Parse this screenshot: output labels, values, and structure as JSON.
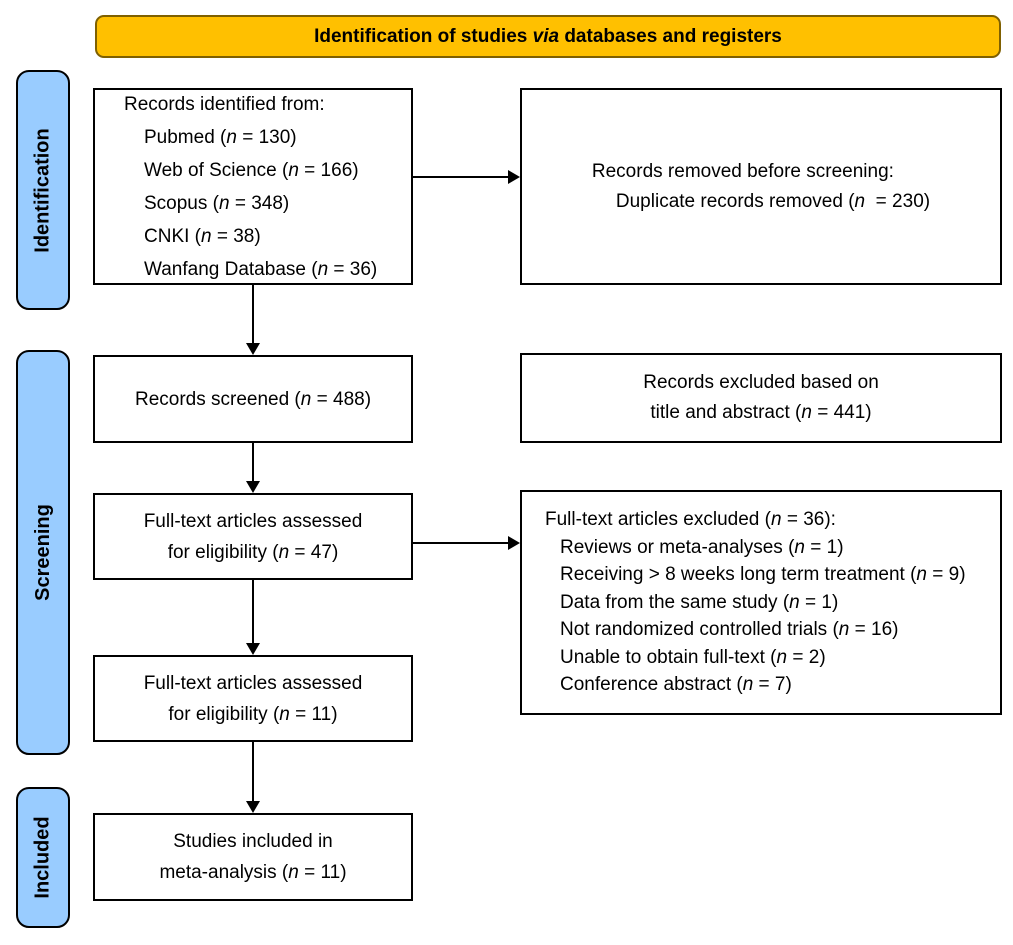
{
  "banner": {
    "title": "Identification of studies *via* databases and registers"
  },
  "sidebar": {
    "identification_label": "Identification",
    "screening_label": "Screening",
    "included_label": "Included"
  },
  "colors": {
    "banner_fill": "#FFC000",
    "banner_border": "#7F6000",
    "stage_fill": "#99CCFF",
    "line_color": "#000000"
  },
  "flow": {
    "records_identified": {
      "lines": [
        "Records identified from:",
        "Pubmed (*n* = 130)",
        "Web of Science (*n* = 166)",
        "Scopus (*n* = 348)",
        "CNKI (*n* = 38)",
        "Wanfang Database (*n* = 36)"
      ]
    },
    "records_removed": {
      "lines": [
        "Records removed before screening:",
        "Duplicate records removed (*n*  = 230)"
      ]
    },
    "records_screened": {
      "lines": [
        "Records screened (*n* = 488)"
      ]
    },
    "records_excluded": {
      "lines": [
        "Records excluded based on",
        "title and abstract (*n* = 441)"
      ]
    },
    "fulltext_assessed_47": {
      "lines": [
        "Full-text articles assessed",
        "for eligibility (*n* = 47)"
      ]
    },
    "fulltext_excluded": {
      "lines": [
        "Full-text articles excluded (*n* = 36):",
        "Reviews or meta-analyses (*n* = 1)",
        "Receiving > 8 weeks long term treatment (*n* = 9)",
        "Data from the same study (*n* = 1)",
        "Not randomized controlled trials (*n* = 16)",
        "Unable to obtain full-text (*n* = 2)",
        "Conference abstract (*n* = 7)"
      ]
    },
    "fulltext_assessed_11": {
      "lines": [
        "Full-text articles assessed",
        "for eligibility (*n* = 11)"
      ]
    },
    "studies_included": {
      "lines": [
        "Studies included in",
        "meta-analysis (*n* = 11)"
      ]
    }
  }
}
